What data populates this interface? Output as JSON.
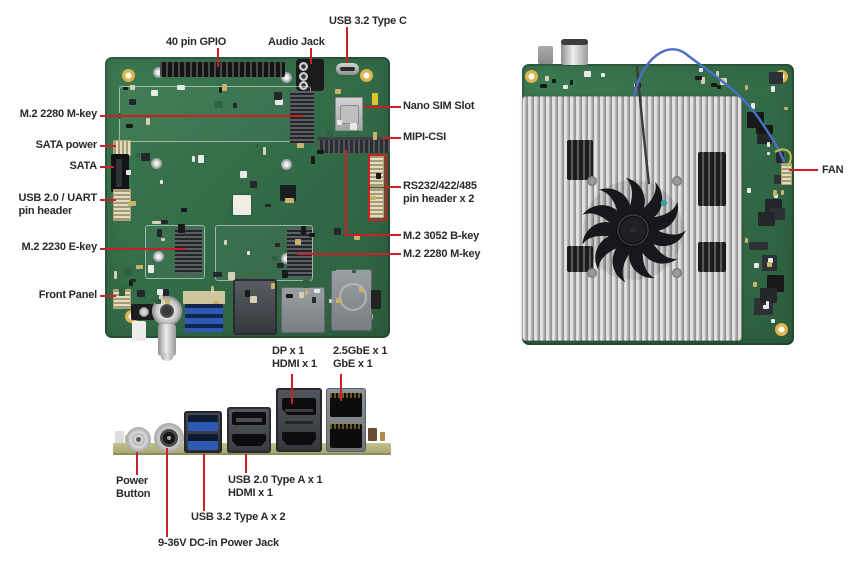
{
  "product": {
    "views": [
      "top",
      "heatsink",
      "rear-io"
    ],
    "colors": {
      "accent_red": "#cb2026",
      "pcb_green": "#36714a",
      "heatsink_silver": "#b9b9b9",
      "label_text": "#2a2a2a",
      "board_edge_strip": "#b6b57f",
      "usb3_blue": "#2d5ab5"
    }
  },
  "labels": {
    "gpio": "40 pin GPIO",
    "audio_jack": "Audio Jack",
    "usb_type_c": "USB 3.2 Type C",
    "m2_2280_m_key_left": "M.2 2280 M-key",
    "sata_power": "SATA power",
    "sata": "SATA",
    "usb20_uart_pin_header": "USB 2.0 / UART\npin header",
    "m2_2230_e_key": "M.2 2230 E-key",
    "front_panel": "Front Panel",
    "nano_sim_slot": "Nano SIM Slot",
    "mipi_csi": "MIPI-CSI",
    "rs232_pin_header": "RS232/422/485\npin header x 2",
    "m2_3052_b_key": "M.2 3052 B-key",
    "m2_2280_m_key_right": "M.2 2280 M-key",
    "fan": "FAN",
    "dp_hdmi": "DP x 1\nHDMI x 1",
    "lan": "2.5GbE x 1\nGbE x 1",
    "power_button": "Power\nButton",
    "usb20_typea_hdmi": "USB 2.0 Type A x 1\nHDMI x 1",
    "usb32_typea": "USB 3.2 Type A x 2",
    "dc_in": "9-36V DC-in Power Jack"
  }
}
